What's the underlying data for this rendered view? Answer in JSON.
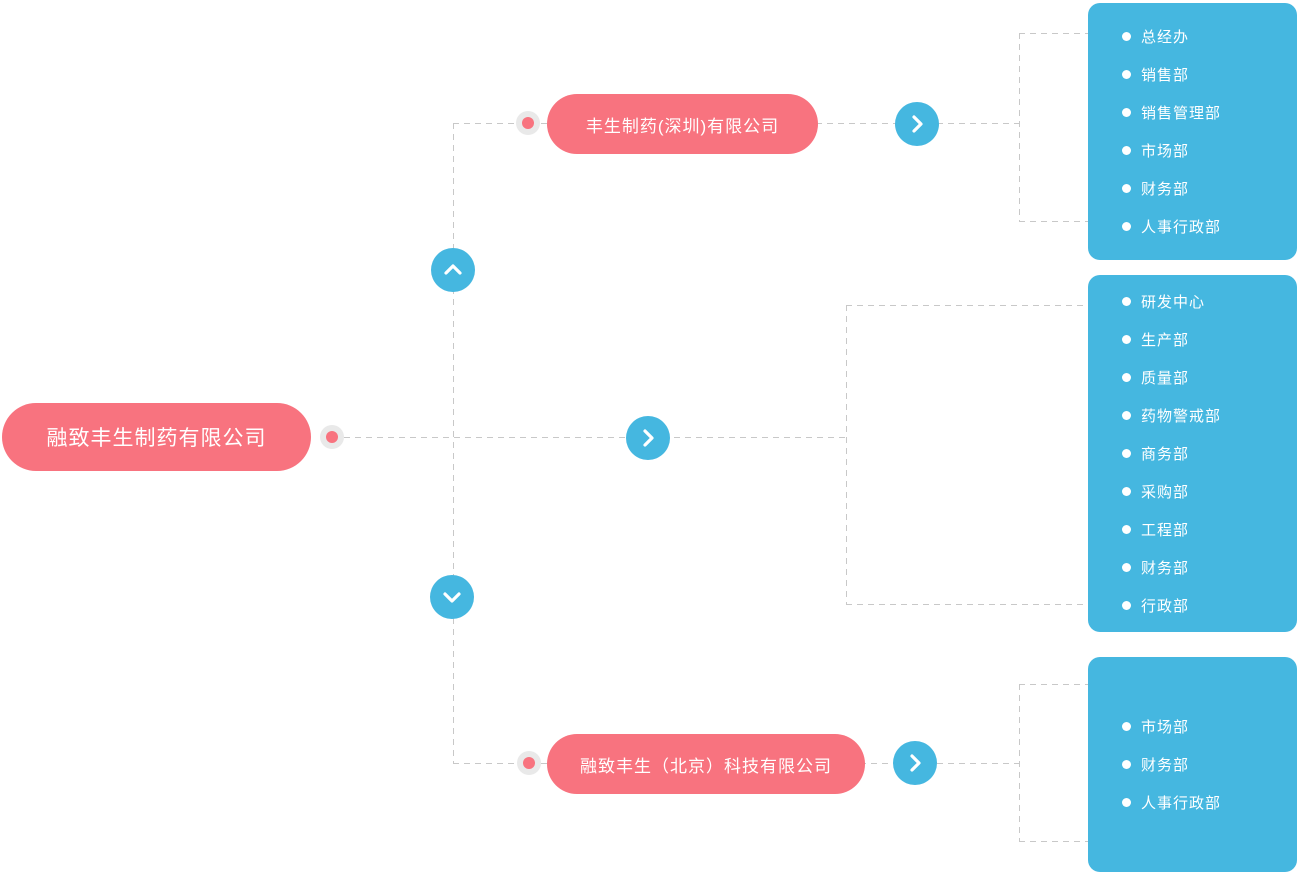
{
  "colors": {
    "node_pink": "#f8737f",
    "panel_blue": "#45b7e0",
    "connector_gray": "#c8c8c8",
    "dot_ring_gray": "#e9e9e9",
    "text_white": "#ffffff"
  },
  "root": {
    "label": "融致丰生制药有限公司"
  },
  "branches": {
    "shenzhen": {
      "company": "丰生制药(深圳)有限公司",
      "departments": [
        "总经办",
        "销售部",
        "销售管理部",
        "市场部",
        "财务部",
        "人事行政部"
      ]
    },
    "headquarters": {
      "departments": [
        "研发中心",
        "生产部",
        "质量部",
        "药物警戒部",
        "商务部",
        "采购部",
        "工程部",
        "财务部",
        "行政部"
      ]
    },
    "beijing": {
      "company": "融致丰生（北京）科技有限公司",
      "departments": [
        "市场部",
        "财务部",
        "人事行政部"
      ]
    }
  },
  "icons": {
    "chevron_up": "collapse-up",
    "chevron_down": "collapse-down",
    "chevron_right": "expand-right",
    "anchor_dot": "connector-anchor"
  }
}
